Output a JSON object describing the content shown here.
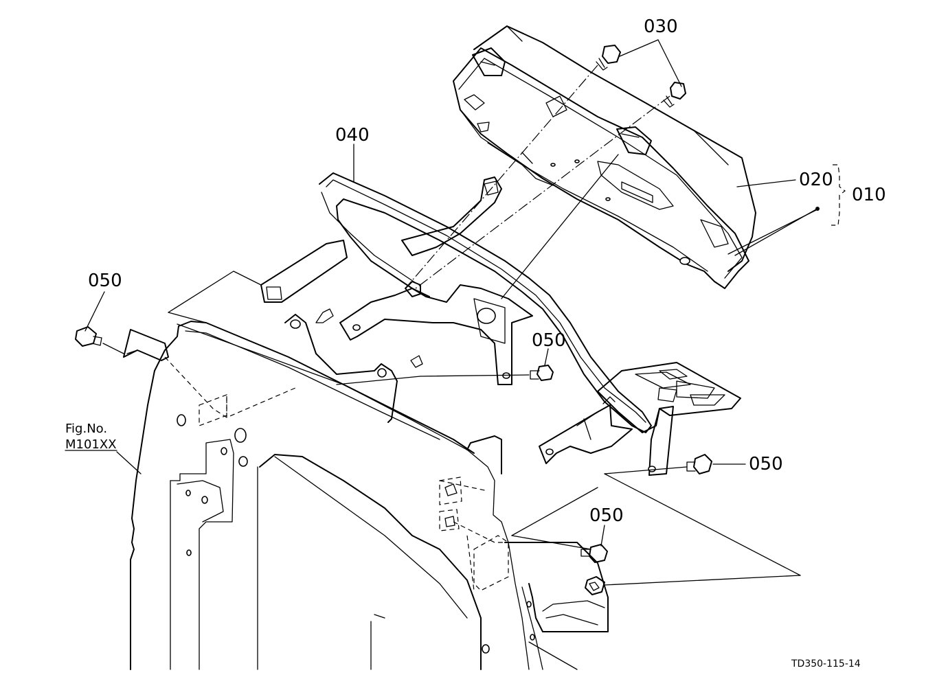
{
  "callouts": {
    "p010": "010",
    "p020": "020",
    "p030": "030",
    "p040": "040",
    "p050": "050"
  },
  "figure_ref": {
    "line1": "Fig.No.",
    "line2": "M101XX"
  },
  "drawing_code": "TD350-115-14"
}
